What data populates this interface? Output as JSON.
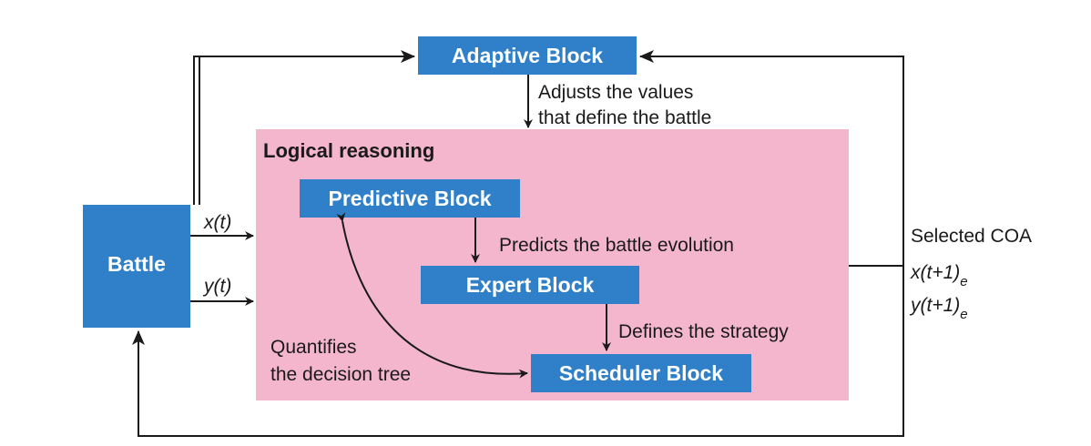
{
  "colors": {
    "block_fill": "#2f80c8",
    "region_fill": "#f4b6cc",
    "line": "#1a1a1a",
    "block_text": "#ffffff"
  },
  "blocks": {
    "adaptive": "Adaptive Block",
    "battle": "Battle",
    "predictive": "Predictive Block",
    "expert": "Expert Block",
    "scheduler": "Scheduler Block"
  },
  "region": {
    "title": "Logical reasoning"
  },
  "labels": {
    "adjusts_line1": "Adjusts the values",
    "adjusts_line2": "that define the battle",
    "predicts": "Predicts the battle evolution",
    "defines": "Defines the strategy",
    "quantifies_line1": "Quantifies",
    "quantifies_line2": "the decision tree",
    "x_t": "x(t)",
    "y_t": "y(t)",
    "selected_coa": "Selected COA",
    "x_next": "x(t+1)",
    "y_next": "y(t+1)",
    "subscript_e": "e"
  }
}
